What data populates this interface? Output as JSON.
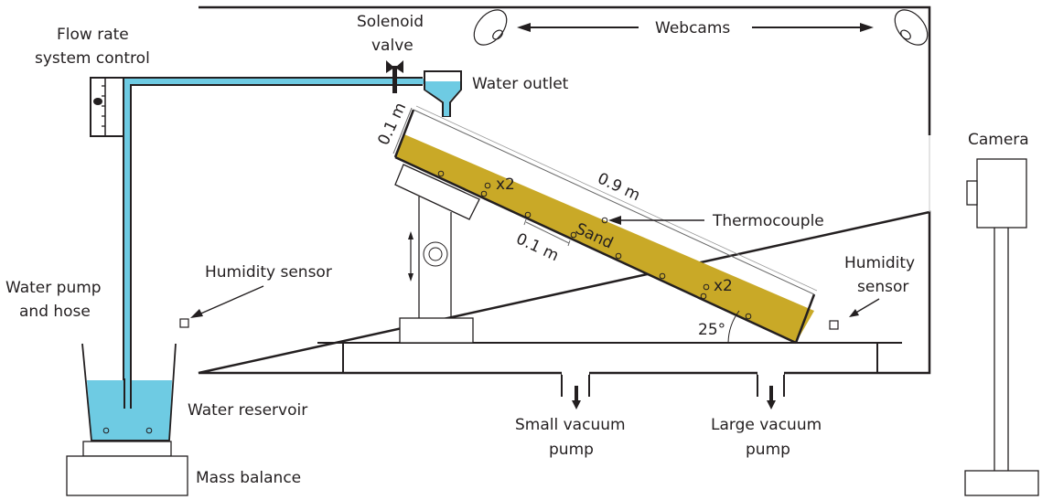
{
  "colors": {
    "water": "#6ecbe3",
    "sand": "#c9a927",
    "ink": "#231f20"
  },
  "labels": {
    "flow_control_line1": "Flow rate",
    "flow_control_line2": "system control",
    "solenoid_line1": "Solenoid",
    "solenoid_line2": "valve",
    "water_outlet": "Water outlet",
    "webcams": "Webcams",
    "camera": "Camera",
    "humidity_left": "Humidity sensor",
    "humidity_right_line1": "Humidity",
    "humidity_right_line2": "sensor",
    "water_pump_line1": "Water pump",
    "water_pump_line2": "and hose",
    "water_reservoir": "Water reservoir",
    "mass_balance": "Mass balance",
    "small_vacuum_line1": "Small vacuum",
    "small_vacuum_line2": "pump",
    "large_vacuum_line1": "Large vacuum",
    "large_vacuum_line2": "pump",
    "thermocouple": "Thermocouple",
    "sand": "Sand",
    "depth_dim": "0.1 m",
    "length_dim": "0.9 m",
    "spacing_dim": "0.1 m",
    "angle": "25°",
    "multiplier_upper": "x2",
    "multiplier_lower": "x2"
  }
}
